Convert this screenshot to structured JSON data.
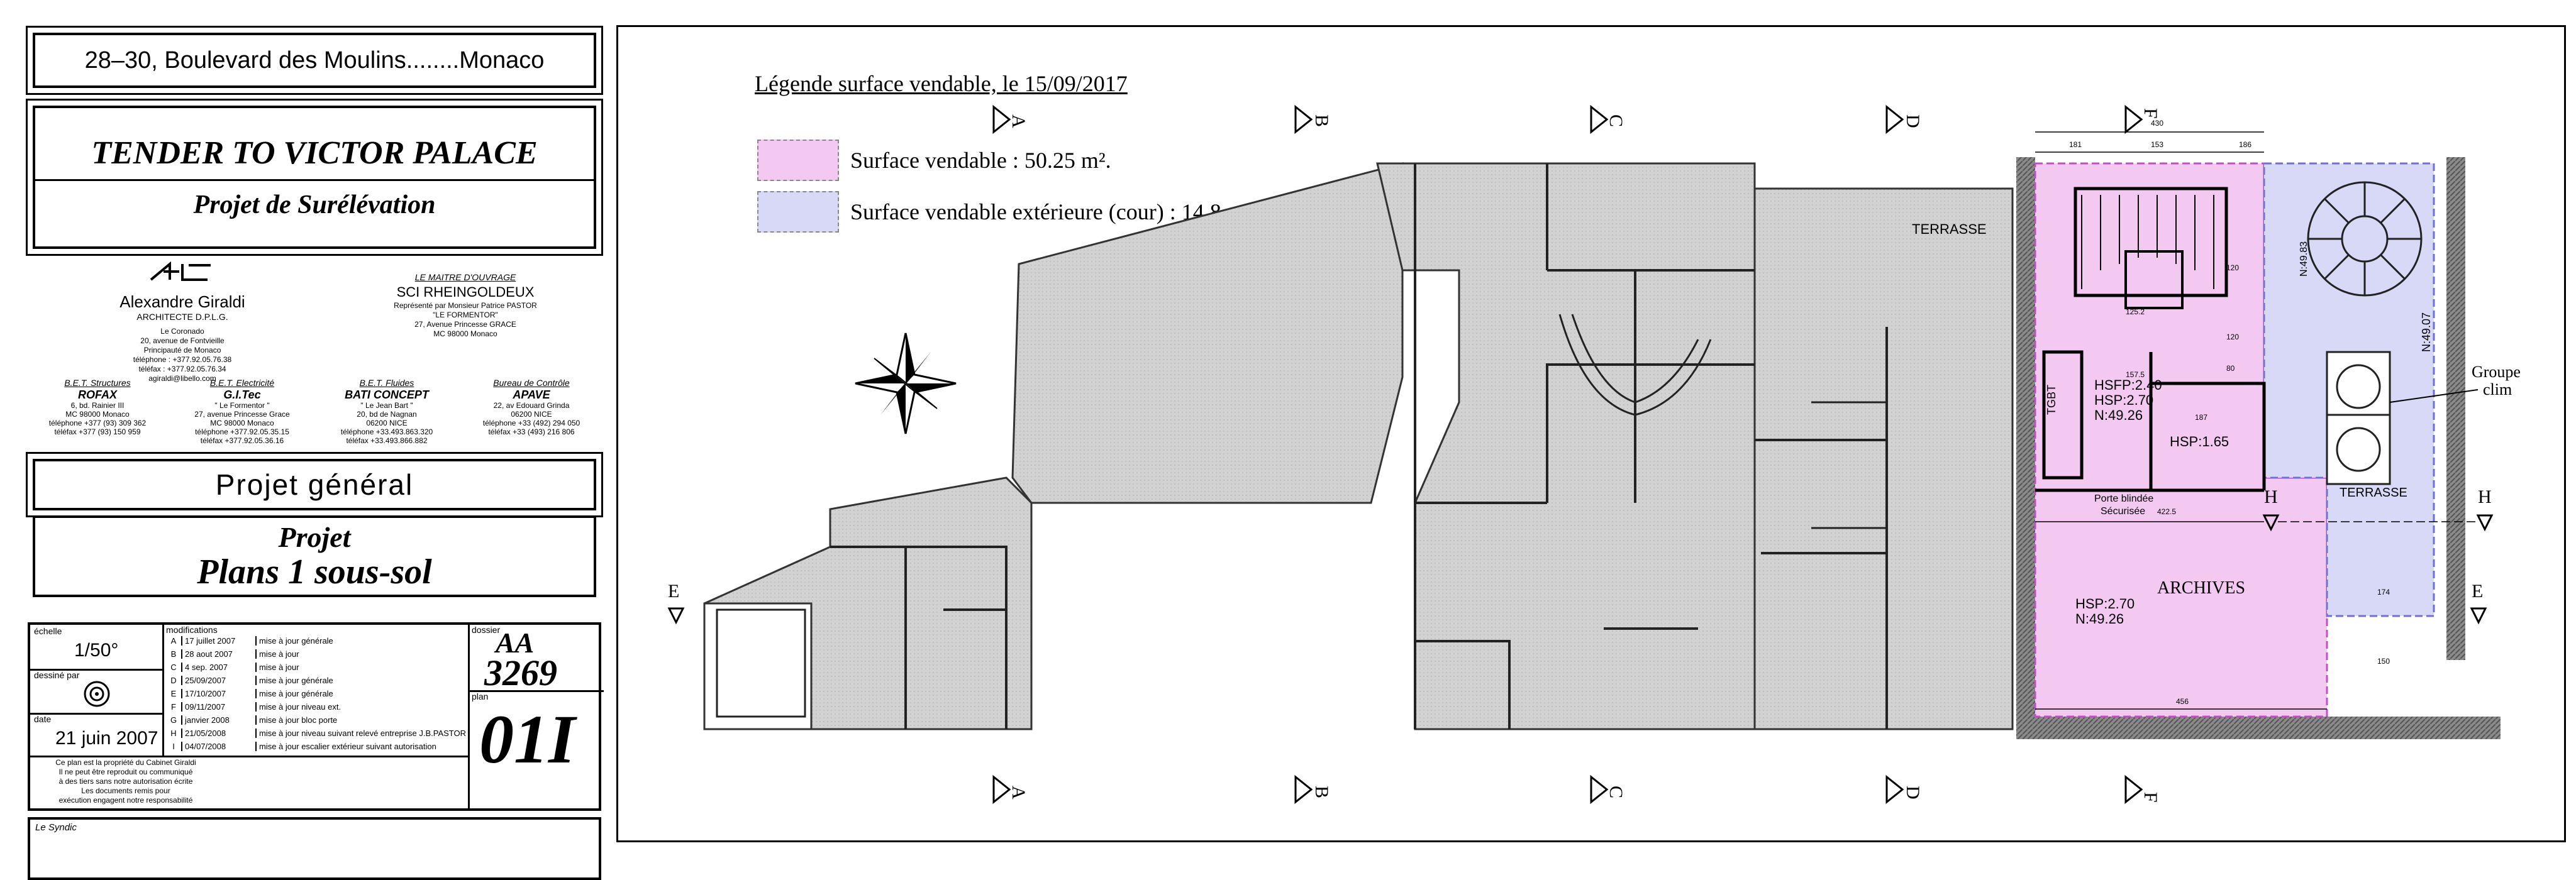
{
  "title_block": {
    "address": "28–30, Boulevard des Moulins........Monaco",
    "title": "TENDER TO VICTOR PALACE",
    "subtitle": "Projet de Surélévation",
    "architect": {
      "name": "Alexandre Giraldi",
      "role": "ARCHITECTE D.P.L.G.",
      "lines": [
        "Le Coronado",
        "20, avenue de Fontvieille",
        "Principauté de Monaco",
        "téléphone : +377.92.05.76.38",
        "téléfax : +377.92.05.76.34",
        "agiraldi@libello.com"
      ]
    },
    "owner": {
      "heading": "LE MAITRE D'OUVRAGE",
      "name": "SCI RHEINGOLDEUX",
      "lines": [
        "Représenté par Monsieur Patrice PASTOR",
        "\"LE FORMENTOR\"",
        "27, Avenue Princesse GRACE",
        "MC 98000 Monaco"
      ]
    },
    "bet": [
      {
        "heading": "B.E.T. Structures",
        "name": "ROFAX",
        "lines": [
          "6, bd. Rainier III",
          "MC 98000 Monaco",
          "téléphone +377 (93) 309 362",
          "téléfax +377 (93) 150 959"
        ]
      },
      {
        "heading": "B.E.T. Electricité",
        "name": "G.I.Tec",
        "lines": [
          "\" Le Formentor \"",
          "27, avenue Princesse Grace",
          "MC 98000   Monaco",
          "téléphone +377.92.05.35.15",
          "téléfax +377.92.05.36.16"
        ]
      },
      {
        "heading": "B.E.T. Fluides",
        "name": "BATI CONCEPT",
        "lines": [
          "\" Le Jean Bart \"",
          "20, bd de Nagnan",
          "06200 NICE",
          "téléphone +33.493.863.320",
          "téléfax +33.493.866.882"
        ]
      },
      {
        "heading": "Bureau de Contrôle",
        "name": "APAVE",
        "lines": [
          "22, av Edouard Grinda",
          "06200 NICE",
          "téléphone +33 (492) 294 050",
          "téléfax +33 (493) 216 806"
        ]
      }
    ],
    "projet_general": "Projet général",
    "projet": "Projet",
    "plans": "Plans 1 sous-sol",
    "echelle_label": "échelle",
    "echelle": "1/50°",
    "dessine_label": "dessiné par",
    "date_label": "date",
    "date": "21 juin 2007",
    "modifications_label": "modifications",
    "modifications": [
      {
        "letter": "A",
        "date": "17 juillet 2007",
        "text": "mise à jour générale"
      },
      {
        "letter": "B",
        "date": "28 aout 2007",
        "text": "mise à jour"
      },
      {
        "letter": "C",
        "date": "4 sep. 2007",
        "text": "mise à jour"
      },
      {
        "letter": "D",
        "date": "25/09/2007",
        "text": "mise à jour générale"
      },
      {
        "letter": "E",
        "date": "17/10/2007",
        "text": "mise à jour générale"
      },
      {
        "letter": "F",
        "date": "09/11/2007",
        "text": "mise à jour niveau ext."
      },
      {
        "letter": "G",
        "date": "janvier 2008",
        "text": "mise à jour bloc porte"
      },
      {
        "letter": "H",
        "date": "21/05/2008",
        "text": "mise à jour niveau suivant relevé entreprise J.B.PASTOR"
      },
      {
        "letter": "I",
        "date": "04/07/2008",
        "text": "mise à jour escalier extérieur suivant autorisation"
      }
    ],
    "dossier_label": "dossier",
    "dossier_1": "AA",
    "dossier_2": "3269",
    "plan_label": "plan",
    "plan_no": "01I",
    "copyright": [
      "Ce plan est la propriété du Cabinet Giraldi",
      "Il ne peut être reproduit ou communiqué",
      "à des tiers sans notre autorisation écrite",
      "Les documents remis pour",
      "exécution engagent notre responsabilité"
    ],
    "syndic": "Le Syndic"
  },
  "legend": {
    "title": "Légende surface vendable, le 15/09/2017",
    "items": [
      {
        "text": "Surface vendable : 50.25 m².",
        "color": "#f3c9f2"
      },
      {
        "text": "Surface vendable extérieure (cour) : 14.8 m².",
        "color": "#d7d9f6"
      }
    ]
  },
  "plan": {
    "section_labels": [
      "A",
      "B",
      "C",
      "D",
      "F",
      "E",
      "H"
    ],
    "rooms": {
      "terrasse_top": "TERRASSE",
      "terrasse_right": "TERRASSE",
      "archives": "ARCHIVES",
      "archives_hsp": "HSP:2.70",
      "archives_n": "N:49.26",
      "hsfp": "HSFP:2.40",
      "hsp": "HSP:2.70",
      "n1": "N:49.26",
      "hsp2": "HSP:1.65",
      "porte": "Porte blindée",
      "securisee": "Sécurisée",
      "tgbt": "TGBT",
      "groupe": "Groupe",
      "clim": "clim",
      "n_right": "N:49.07",
      "n_right2": "N:49.83"
    },
    "dims": [
      "430",
      "181",
      "153",
      "186",
      "120",
      "120",
      "187",
      "422.5",
      "456",
      "150",
      "174",
      "157.5",
      "125.2",
      "80"
    ]
  }
}
